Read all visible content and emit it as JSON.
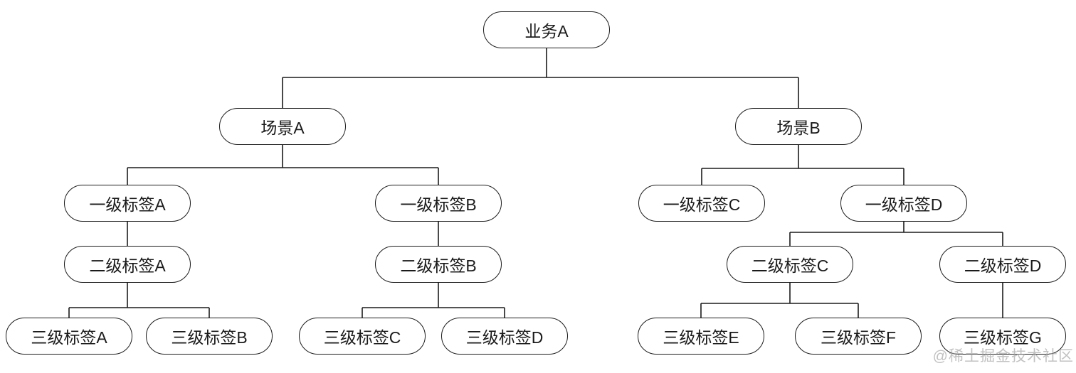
{
  "diagram": {
    "type": "tree",
    "nodes": {
      "root": {
        "label": "业务A"
      },
      "sceneA": {
        "label": "场景A"
      },
      "sceneB": {
        "label": "场景B"
      },
      "level1A": {
        "label": "一级标签A"
      },
      "level1B": {
        "label": "一级标签B"
      },
      "level1C": {
        "label": "一级标签C"
      },
      "level1D": {
        "label": "一级标签D"
      },
      "level2A": {
        "label": "二级标签A"
      },
      "level2B": {
        "label": "二级标签B"
      },
      "level2C": {
        "label": "二级标签C"
      },
      "level2D": {
        "label": "二级标签D"
      },
      "level3A": {
        "label": "三级标签A"
      },
      "level3B": {
        "label": "三级标签B"
      },
      "level3C": {
        "label": "三级标签C"
      },
      "level3D": {
        "label": "三级标签D"
      },
      "level3E": {
        "label": "三级标签E"
      },
      "level3F": {
        "label": "三级标签F"
      },
      "level3G": {
        "label": "三级标签G"
      }
    },
    "edges": [
      [
        "root",
        "sceneA"
      ],
      [
        "root",
        "sceneB"
      ],
      [
        "sceneA",
        "level1A"
      ],
      [
        "sceneA",
        "level1B"
      ],
      [
        "sceneB",
        "level1C"
      ],
      [
        "sceneB",
        "level1D"
      ],
      [
        "level1A",
        "level2A"
      ],
      [
        "level1B",
        "level2B"
      ],
      [
        "level1D",
        "level2C"
      ],
      [
        "level1D",
        "level2D"
      ],
      [
        "level2A",
        "level3A"
      ],
      [
        "level2A",
        "level3B"
      ],
      [
        "level2B",
        "level3C"
      ],
      [
        "level2B",
        "level3D"
      ],
      [
        "level2C",
        "level3E"
      ],
      [
        "level2C",
        "level3F"
      ],
      [
        "level2D",
        "level3G"
      ]
    ],
    "watermark": "@稀土掘金技术社区",
    "colors": {
      "node_border": "#1c1c1c",
      "node_fill": "#ffffff",
      "connector": "#1c1c1c",
      "text": "#1a1a1a",
      "watermark": "#a0a0a0",
      "background": "#ffffff"
    }
  }
}
